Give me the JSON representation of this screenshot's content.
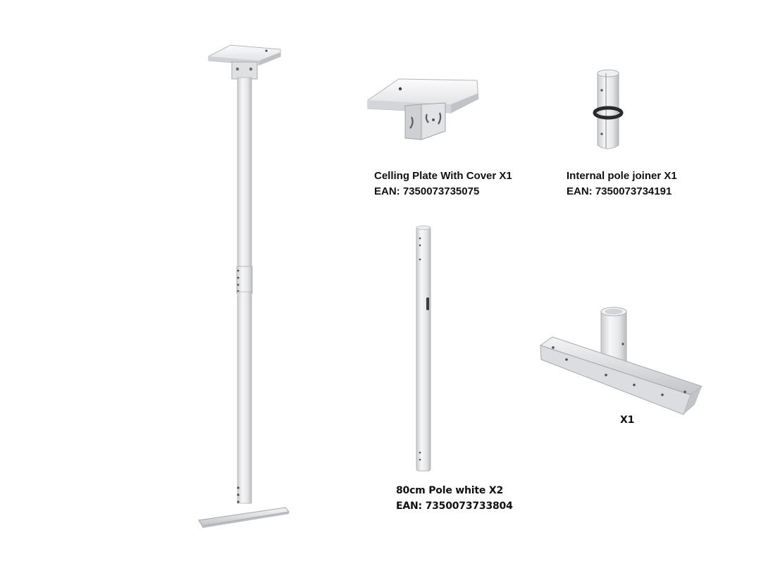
{
  "products": [
    {
      "icon": "ceiling-plate-icon",
      "name": "Celling Plate With Cover X1",
      "ean_label": "EAN: 7350073735075"
    },
    {
      "icon": "pole-joiner-icon",
      "name": "Internal pole joiner X1",
      "ean_label": "EAN: 7350073734191"
    },
    {
      "icon": "pole-icon",
      "name": "80cm Pole white X2",
      "ean_label": "EAN:  7350073733804"
    },
    {
      "icon": "bracket-icon",
      "name": "X1"
    }
  ],
  "colors": {
    "metal_light": "#f3f3f4",
    "metal_mid": "#d9dadc",
    "metal_dark": "#a9abae",
    "hole": "#4a4c50",
    "ring": "#2a2a2c",
    "text": "#111111"
  }
}
